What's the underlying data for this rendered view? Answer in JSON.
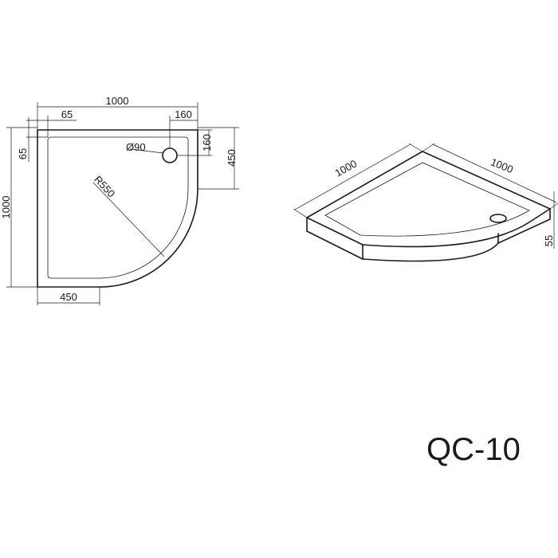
{
  "plan": {
    "width_top": "1000",
    "offset_65_top": "65",
    "drain_x": "160",
    "drain_y": "160",
    "drain_diameter": "Ø90",
    "radius": "R550",
    "straight_right": "450",
    "height_left": "1000",
    "offset_65_left": "65",
    "straight_bottom": "450"
  },
  "iso": {
    "side_left": "1000",
    "side_right": "1000",
    "height": "55"
  },
  "model_name": "QC-10"
}
